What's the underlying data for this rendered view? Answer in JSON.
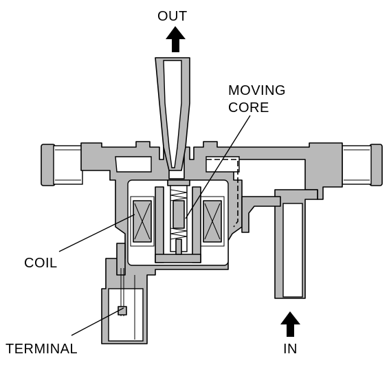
{
  "diagram": {
    "labels": {
      "out": "OUT",
      "moving_core_line1": "MOVING",
      "moving_core_line2": "CORE",
      "coil": "COIL",
      "terminal": "TERMINAL",
      "in": "IN"
    },
    "colors": {
      "body_fill": "#b9b9b9",
      "outline": "#000000",
      "background": "#ffffff"
    },
    "icons": {
      "out_arrow": "arrow-up-icon",
      "in_arrow": "arrow-up-icon"
    }
  }
}
